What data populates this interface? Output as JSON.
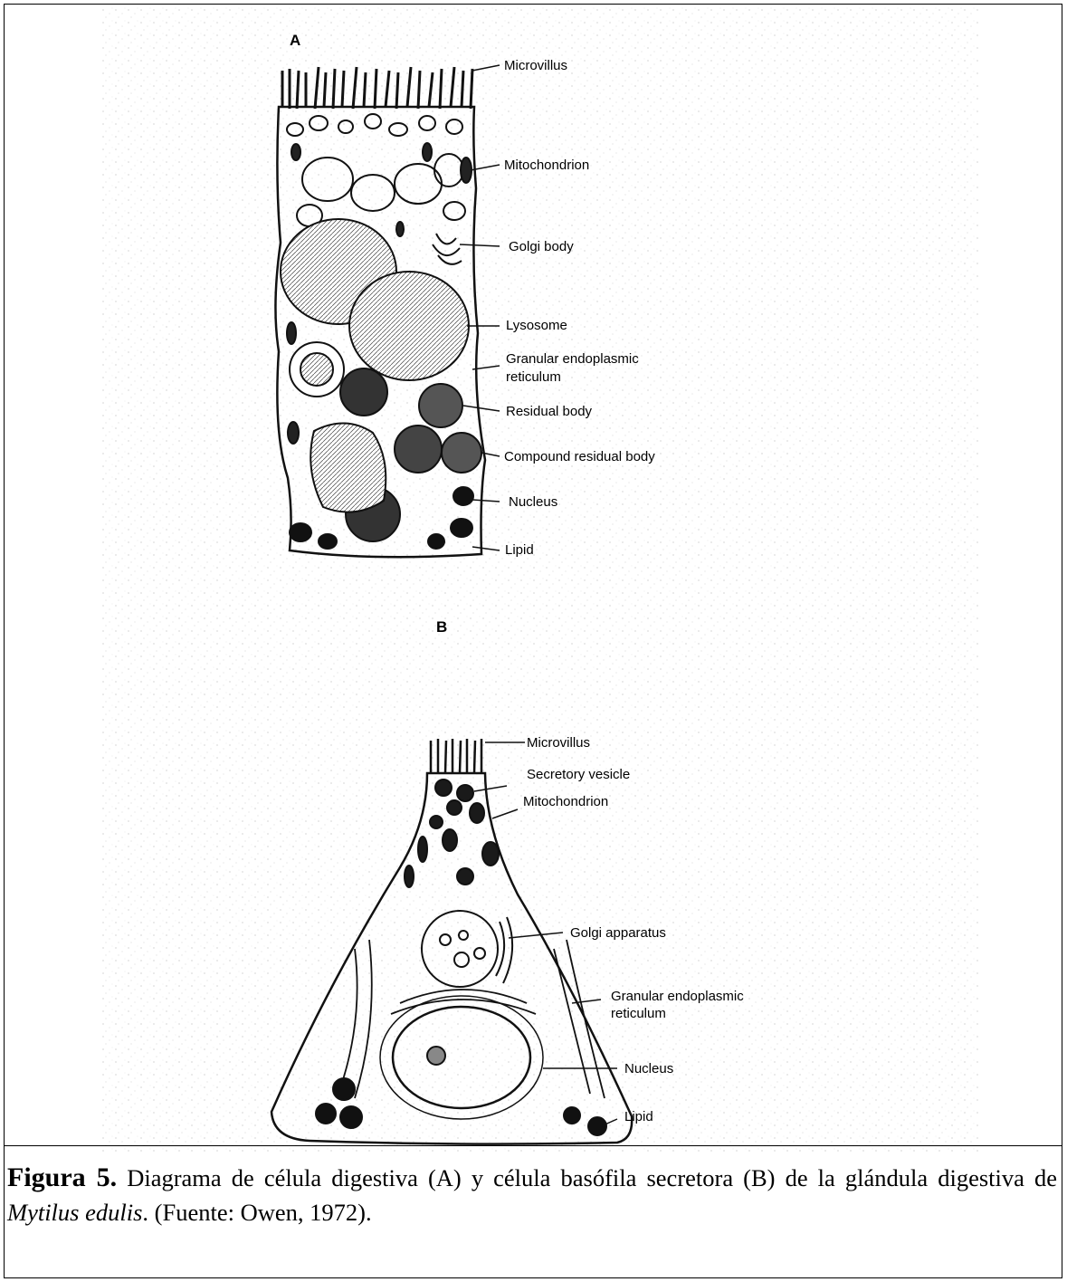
{
  "diagram": {
    "panel_a": {
      "letter": "A",
      "labels": {
        "microvillus": "Microvillus",
        "mitochondrion": "Mitochondrion",
        "golgi_body": "Golgi body",
        "lysosome": "Lysosome",
        "granular_er_1": "Granular endoplasmic",
        "granular_er_2": "reticulum",
        "residual_body": "Residual body",
        "compound_residual_body": "Compound residual body",
        "nucleus": "Nucleus",
        "lipid": "Lipid"
      }
    },
    "panel_b": {
      "letter": "B",
      "labels": {
        "microvillus": "Microvillus",
        "secretory_vesicle": "Secretory vesicle",
        "mitochondrion": "Mitochondrion",
        "golgi_apparatus": "Golgi apparatus",
        "granular_er_1": "Granular endoplasmic",
        "granular_er_2": "reticulum",
        "nucleus": "Nucleus",
        "lipid": "Lipid"
      }
    }
  },
  "caption": {
    "label": "Figura 5.",
    "text_1": " Diagrama de célula digestiva (A) y célula basófila secretora (B) de la glándula digestiva de ",
    "species": "Mytilus edulis",
    "text_2": ".  (Fuente: Owen, 1972)."
  }
}
